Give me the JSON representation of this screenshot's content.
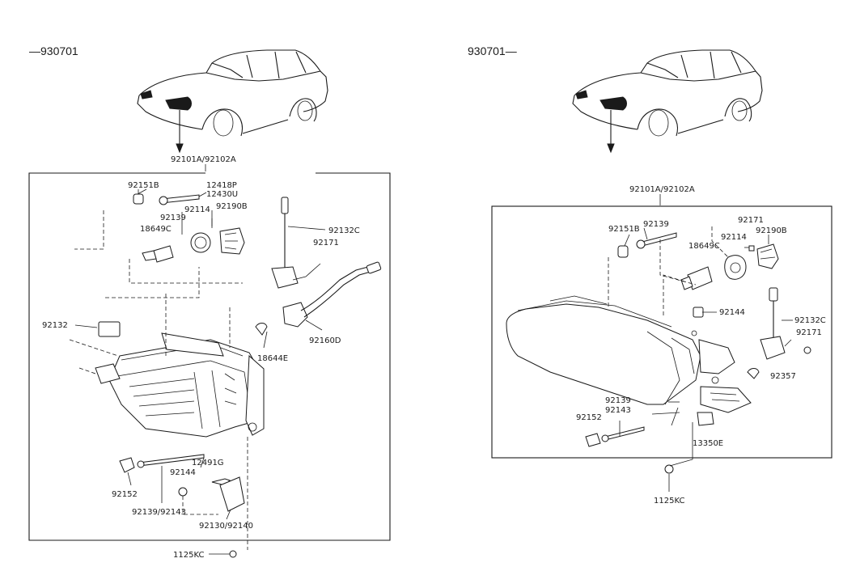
{
  "left": {
    "title": "—930701",
    "arrow_label": "92101A/92102A",
    "labels": {
      "p92151B": "92151B",
      "p12418P": "12418P",
      "p12430U": "12430U",
      "p92139": "92139",
      "p92114": "92114",
      "p92190B": "92190B",
      "p18649C": "18649C",
      "p92132C": "92132C",
      "p92171": "92171",
      "p92132": "92132",
      "p18644E": "18644E",
      "p92160D": "92160D",
      "p12491G": "12491G",
      "p92144": "92144",
      "p92152": "92152",
      "p92139_92143": "92139/92143",
      "p92130_92140": "92130/92140",
      "p1125KC": "1125KC"
    }
  },
  "right": {
    "title": "930701—",
    "arrow_label": "92101A/92102A",
    "labels": {
      "p92151B": "92151B",
      "p92139": "92139",
      "p92171a": "92171",
      "p92114": "92114",
      "p92190B": "92190B",
      "p18649C": "18649C",
      "p92144": "92144",
      "p92132C": "92132C",
      "p92171b": "92171",
      "p92357": "92357",
      "p92139b": "92139",
      "p92143": "92143",
      "p92152": "92152",
      "p13350E": "13350E",
      "p1125KC": "1125KC"
    }
  }
}
